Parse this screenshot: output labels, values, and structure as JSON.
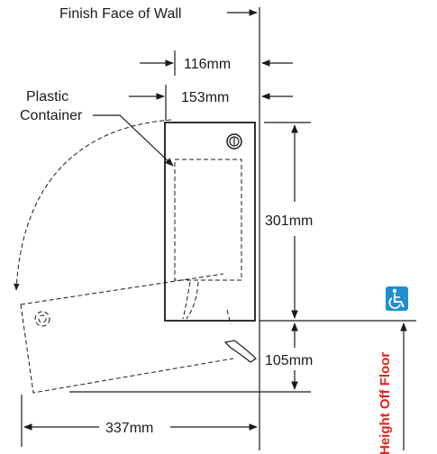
{
  "labels": {
    "finish_face": "Finish Face of Wall",
    "dim_116": "116mm",
    "dim_153": "153mm",
    "plastic": "Plastic",
    "container": "Container",
    "dim_301": "301mm",
    "dim_105": "105mm",
    "dim_337": "337mm",
    "height_off_floor": "Height Off Floor"
  },
  "icons": {
    "accessibility": "wheelchair-accessibility-icon"
  },
  "colors": {
    "line": "#1a1a1a",
    "accent_red": "#e2231a",
    "accessibility_blue": "#1f8fd1"
  }
}
